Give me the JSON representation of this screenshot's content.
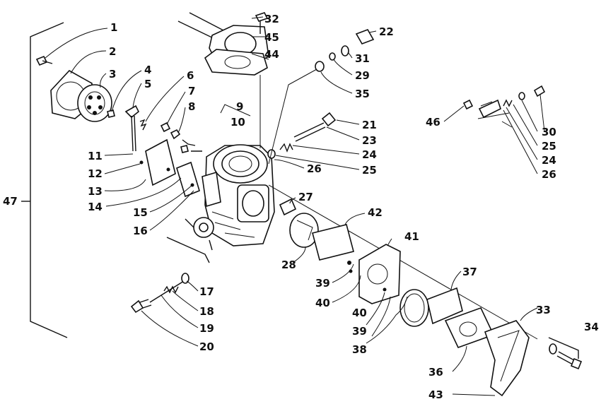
{
  "diagram": {
    "labels": [
      {
        "id": "n1",
        "text": "1"
      },
      {
        "id": "n2",
        "text": "2"
      },
      {
        "id": "n3",
        "text": "3"
      },
      {
        "id": "n4",
        "text": "4"
      },
      {
        "id": "n5",
        "text": "5"
      },
      {
        "id": "n6",
        "text": "6"
      },
      {
        "id": "n7",
        "text": "7"
      },
      {
        "id": "n8",
        "text": "8"
      },
      {
        "id": "n9",
        "text": "9"
      },
      {
        "id": "n10",
        "text": "10"
      },
      {
        "id": "n11",
        "text": "11"
      },
      {
        "id": "n12",
        "text": "12"
      },
      {
        "id": "n13",
        "text": "13"
      },
      {
        "id": "n14",
        "text": "14"
      },
      {
        "id": "n15",
        "text": "15"
      },
      {
        "id": "n16",
        "text": "16"
      },
      {
        "id": "n17",
        "text": "17"
      },
      {
        "id": "n18",
        "text": "18"
      },
      {
        "id": "n19",
        "text": "19"
      },
      {
        "id": "n20",
        "text": "20"
      },
      {
        "id": "n21",
        "text": "21"
      },
      {
        "id": "n22",
        "text": "22"
      },
      {
        "id": "n23",
        "text": "23"
      },
      {
        "id": "n24a",
        "text": "24"
      },
      {
        "id": "n25a",
        "text": "25"
      },
      {
        "id": "n26a",
        "text": "26"
      },
      {
        "id": "n27",
        "text": "27"
      },
      {
        "id": "n28",
        "text": "28"
      },
      {
        "id": "n29",
        "text": "29"
      },
      {
        "id": "n30",
        "text": "30"
      },
      {
        "id": "n31",
        "text": "31"
      },
      {
        "id": "n32",
        "text": "32"
      },
      {
        "id": "n33",
        "text": "33"
      },
      {
        "id": "n34",
        "text": "34"
      },
      {
        "id": "n35",
        "text": "35"
      },
      {
        "id": "n36",
        "text": "36"
      },
      {
        "id": "n37",
        "text": "37"
      },
      {
        "id": "n38",
        "text": "38"
      },
      {
        "id": "n39a",
        "text": "39"
      },
      {
        "id": "n39b",
        "text": "39"
      },
      {
        "id": "n40a",
        "text": "40"
      },
      {
        "id": "n40b",
        "text": "40"
      },
      {
        "id": "n41",
        "text": "41"
      },
      {
        "id": "n42",
        "text": "42"
      },
      {
        "id": "n43",
        "text": "43"
      },
      {
        "id": "n44",
        "text": "44"
      },
      {
        "id": "n45",
        "text": "45"
      },
      {
        "id": "n46",
        "text": "46"
      },
      {
        "id": "n47",
        "text": "47"
      },
      {
        "id": "n25b",
        "text": "25"
      },
      {
        "id": "n24b",
        "text": "24"
      },
      {
        "id": "n26b",
        "text": "26"
      }
    ]
  }
}
